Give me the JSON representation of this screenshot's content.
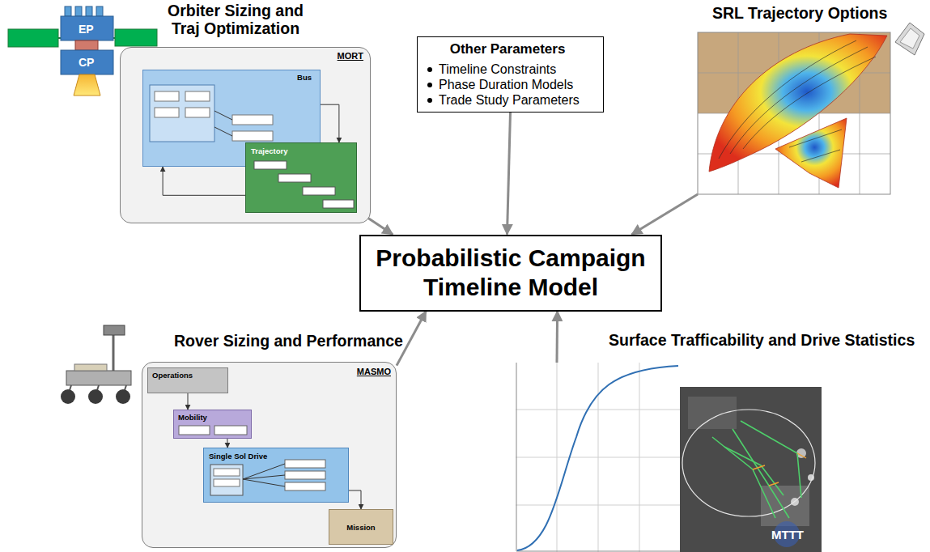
{
  "diagram": {
    "nodes": [
      {
        "text": [
          "Orbiter Sizing and Traj Optimization",
          "MORT"
        ]
      },
      {
        "text": [
          "Bus"
        ],
        "in": 0
      },
      {
        "text": [
          "Trajectory"
        ],
        "in": 0
      },
      {
        "text": [
          "Other Parameters",
          "Timeline Constraints",
          "Phase Duration Models",
          "Trade Study Parameters"
        ]
      },
      {
        "text": [
          "SRL Trajectory Options"
        ]
      },
      {
        "text": [
          "Probabilistic Campaign Timeline Model"
        ]
      },
      {
        "text": [
          "Rover Sizing and Performance",
          "MASMO"
        ]
      },
      {
        "text": [
          "Operations"
        ],
        "in": 6
      },
      {
        "text": [
          "Mobility"
        ],
        "in": 6
      },
      {
        "text": [
          "Single Sol Drive"
        ],
        "in": 6
      },
      {
        "text": [
          "Mission"
        ],
        "in": 6
      },
      {
        "text": [
          "Surface Trafficability and Drive Statistics"
        ]
      }
    ],
    "edges": [
      {
        "from": 0,
        "to": 5,
        "arrow": "to"
      },
      {
        "from": 3,
        "to": 5,
        "arrow": "to"
      },
      {
        "from": 4,
        "to": 5,
        "arrow": "to"
      },
      {
        "from": 6,
        "to": 5,
        "arrow": "to"
      },
      {
        "from": 11,
        "to": 5,
        "arrow": "to"
      },
      {
        "from": 1,
        "to": 2,
        "arrow": "to"
      },
      {
        "from": 2,
        "to": 1,
        "arrow": "to"
      },
      {
        "from": 7,
        "to": 8,
        "arrow": "to"
      },
      {
        "from": 8,
        "to": 9,
        "arrow": "to"
      },
      {
        "from": 9,
        "to": 10,
        "arrow": "to"
      }
    ],
    "labels": [
      "EP",
      "CP",
      "MTTT"
    ]
  }
}
